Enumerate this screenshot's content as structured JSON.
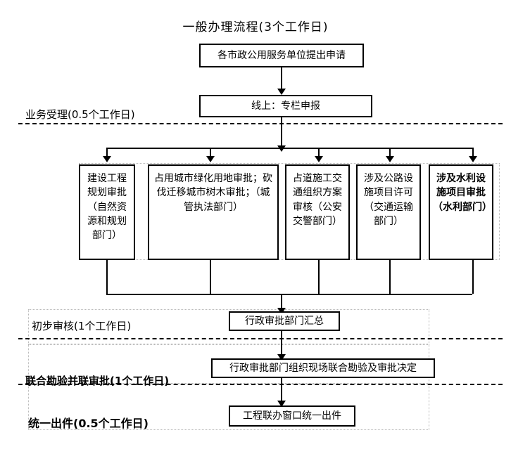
{
  "title": "一般办理流程(3个工作日)",
  "nodes": {
    "apply": "各市政公用服务单位提出申请",
    "online": "线上：专栏申报",
    "summary": "行政审批部门汇总",
    "joint_review": "行政审批部门组织现场联合勘验及审批决定",
    "output": "工程联办窗口统一出件"
  },
  "departments": [
    {
      "id": "planning",
      "text": "建设工程规划审批（自然资源和规划部门）",
      "bold": false
    },
    {
      "id": "greening",
      "text": "占用城市绿化用地审批；砍伐迁移城市树木审批；（城管执法部门）",
      "bold": false
    },
    {
      "id": "traffic",
      "text": "占道施工交通组织方案审核（公安交警部门）",
      "bold": false
    },
    {
      "id": "highway",
      "text": "涉及公路设施项目许可（交通运输部门）",
      "bold": false
    },
    {
      "id": "water",
      "text": "涉及水利设施项目审批（水利部门）",
      "bold": true
    }
  ],
  "stages": [
    {
      "id": "acceptance",
      "label": "业务受理(0.5个工作日)",
      "bold": false
    },
    {
      "id": "preliminary",
      "label": "初步审核(1个工作日)",
      "bold": false
    },
    {
      "id": "joint",
      "label": "联合勘验并联审批(1个工作日)",
      "bold": true
    },
    {
      "id": "delivery",
      "label": "统一出件(0.5个工作日)",
      "bold": true
    }
  ],
  "colors": {
    "line": "#000000",
    "band_border": "#b9b9b9",
    "background": "#ffffff"
  }
}
